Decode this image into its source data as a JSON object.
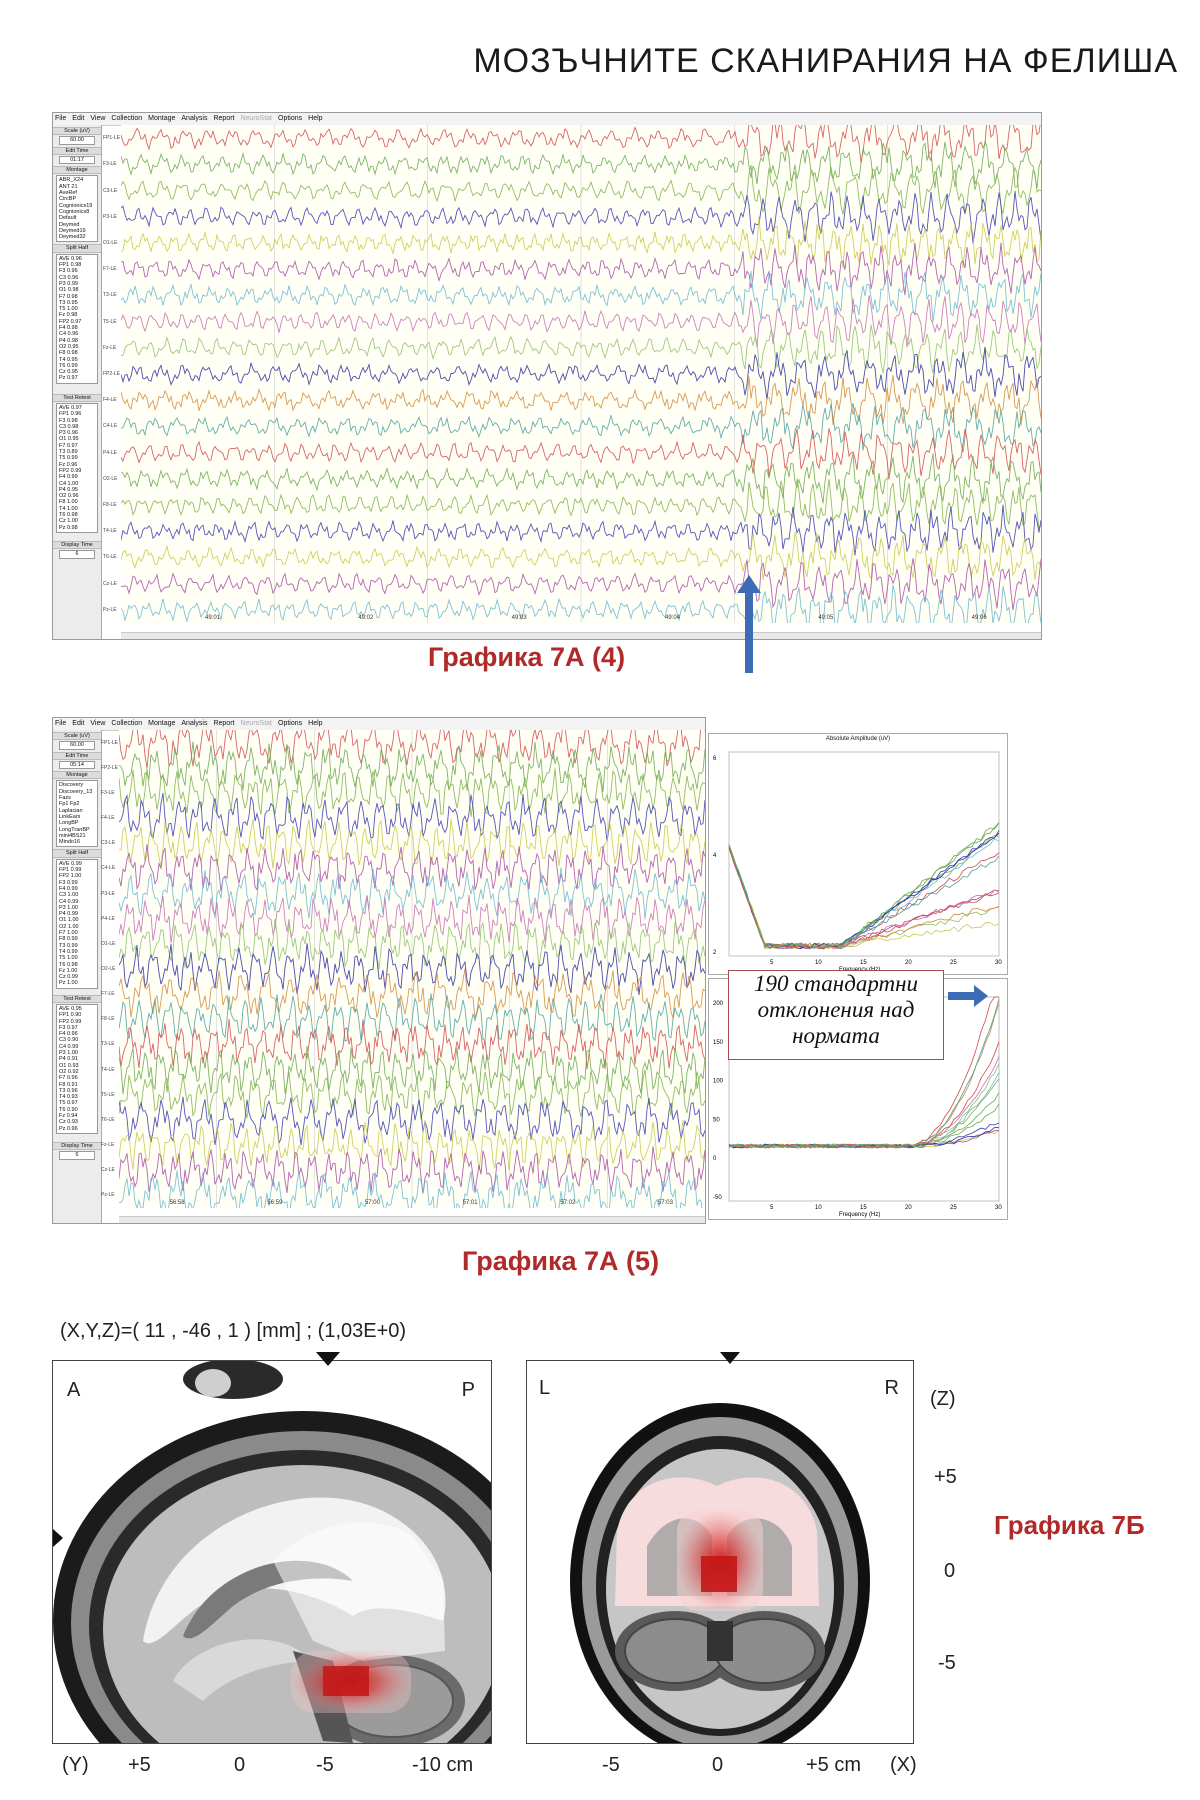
{
  "page": {
    "title": "МОЗЪЧНИТЕ СКАНИРАНИЯ НА ФЕЛИША",
    "caption_a4": "Графика 7А (4)",
    "caption_a5": "Графика 7А (5)",
    "caption_b": "Графика 7Б",
    "arrow_color": "#3d6bb5",
    "caption_color": "#b02a2a"
  },
  "menu": [
    "File",
    "Edit",
    "View",
    "Collection",
    "Montage",
    "Analysis",
    "Report",
    "NeuroStat",
    "Options",
    "Help"
  ],
  "eeg1": {
    "scale_label": "Scale (uV)",
    "scale_value": "60.00",
    "edit_time_label": "Edit Time",
    "edit_time_value": "01:17",
    "montage_label": "Montage",
    "montage_items": [
      "ABR_X24",
      "ANT 21",
      "AveRef",
      "CircBP",
      "Cognionics19",
      "Cognionics8",
      "Default",
      "Deymed",
      "Deymed19",
      "Deymed32"
    ],
    "split_half_label": "Split Half",
    "split_half_items": [
      "AVE 0.96",
      "FP1 0.98",
      "F3 0.96",
      "C3 0.96",
      "P3 0.99",
      "O1 0.98",
      "F7 0.98",
      "T3 0.95",
      "T5 1.00",
      "Fz 0.98",
      "FP2 0.97",
      "F4 0.98",
      "C4 0.96",
      "P4 0.98",
      "O2 0.95",
      "F8 0.98",
      "T4 0.95",
      "T6 0.99",
      "Cz 0.95",
      "Pz 0.97"
    ],
    "test_retest_label": "Test Retest",
    "test_retest_items": [
      "AVE 0.97",
      "FP1 0.96",
      "F3 0.98",
      "C3 0.98",
      "P3 0.96",
      "O1 0.95",
      "F7 0.97",
      "T3 0.89",
      "T5 0.99",
      "Fz 0.96",
      "FP2 0.99",
      "F4 0.99",
      "C4 1.00",
      "P4 0.95",
      "O2 0.96",
      "F8 1.00",
      "T4 1.00",
      "T6 0.98",
      "Cz 1.00",
      "Pz 0.98"
    ],
    "display_time_label": "Display Time",
    "display_time_value": "6",
    "channels": [
      "FP1-LE",
      "F3-LE",
      "C3-LE",
      "P3-LE",
      "O1-LE",
      "F7-LE",
      "T3-LE",
      "T5-LE",
      "Fz-LE",
      "FP2-LE",
      "F4-LE",
      "C4-LE",
      "P4-LE",
      "O2-LE",
      "F8-LE",
      "T4-LE",
      "T6-LE",
      "Cz-LE",
      "Pz-LE"
    ],
    "times": [
      "49:01",
      "49:02",
      "49:03",
      "49:04",
      "49:05",
      "49:06"
    ]
  },
  "eeg2": {
    "scale_label": "Scale (uV)",
    "scale_value": "60.00",
    "edit_time_label": "Edit Time",
    "edit_time_value": "05:14",
    "montage_label": "Montage",
    "montage_items": [
      "Discovery",
      "Discovery_13",
      "Fazs",
      "Fp1 Fp2",
      "Laplacian",
      "LinkEars",
      "LongBP",
      "LongTranBP",
      "mini4BS21",
      "Mindo16"
    ],
    "split_half_label": "Split Half",
    "split_half_items": [
      "AVE 0.99",
      "FP1 0.99",
      "FP2 1.00",
      "F3 0.99",
      "F4 0.99",
      "C3 1.00",
      "C4 0.99",
      "P3 1.00",
      "P4 0.99",
      "O1 1.00",
      "O2 1.00",
      "F7 1.00",
      "F8 0.99",
      "T3 0.99",
      "T4 0.99",
      "T5 1.00",
      "T6 0.98",
      "Fz 1.00",
      "Cz 0.99",
      "Pz 1.00"
    ],
    "test_retest_label": "Test Retest",
    "test_retest_items": [
      "AVE 0.95",
      "FP1 0.90",
      "FP2 0.99",
      "F3 0.97",
      "F4 0.96",
      "C3 0.90",
      "C4 0.99",
      "P3 1.00",
      "P4 0.91",
      "O1 0.93",
      "O2 0.92",
      "F7 0.96",
      "F8 0.91",
      "T3 0.96",
      "T4 0.93",
      "T5 0.97",
      "T6 0.90",
      "Fz 0.94",
      "Cz 0.93",
      "Pz 0.96"
    ],
    "display_time_label": "Display Time",
    "display_time_value": "6",
    "channels": [
      "FP1-LE",
      "FP2-LE",
      "F3-LE",
      "F4-LE",
      "C3-LE",
      "C4-LE",
      "P3-LE",
      "P4-LE",
      "O1-LE",
      "O2-LE",
      "F7-LE",
      "F8-LE",
      "T3-LE",
      "T4-LE",
      "T5-LE",
      "T6-LE",
      "Fz-LE",
      "Cz-LE",
      "Pz-LE"
    ],
    "times": [
      "56:58",
      "56:59",
      "57:00",
      "57:01",
      "57:02",
      "57:03"
    ]
  },
  "spectrum": {
    "top_title": "Absolute Amplitude (uV)",
    "top_yticks": [
      "6",
      "4",
      "2"
    ],
    "bottom_yticks": [
      "200",
      "150",
      "100",
      "50",
      "0",
      "-50"
    ],
    "xticks": [
      "5",
      "10",
      "15",
      "20",
      "25",
      "30"
    ],
    "xlabel": "Frequency (Hz)"
  },
  "callout": {
    "line1": "190 стандартни",
    "line2": "отклонения над",
    "line3": "нормата"
  },
  "mri": {
    "coords_text": "(X,Y,Z)=( 11 , -46 , 1 ) [mm] ; (1,03E+0)",
    "sag_left_corner": "A",
    "sag_right_corner": "P",
    "cor_left_corner": "L",
    "cor_right_corner": "R",
    "sag_axis_name": "(Y)",
    "sag_ticks": [
      "+5",
      "0",
      "-5",
      "-10 cm"
    ],
    "cor_ticks": [
      "-5",
      "0",
      "+5 cm"
    ],
    "cor_axis_name": "(X)",
    "z_axis_name": "(Z)",
    "z_ticks": [
      "+5",
      "0",
      "-5"
    ]
  }
}
